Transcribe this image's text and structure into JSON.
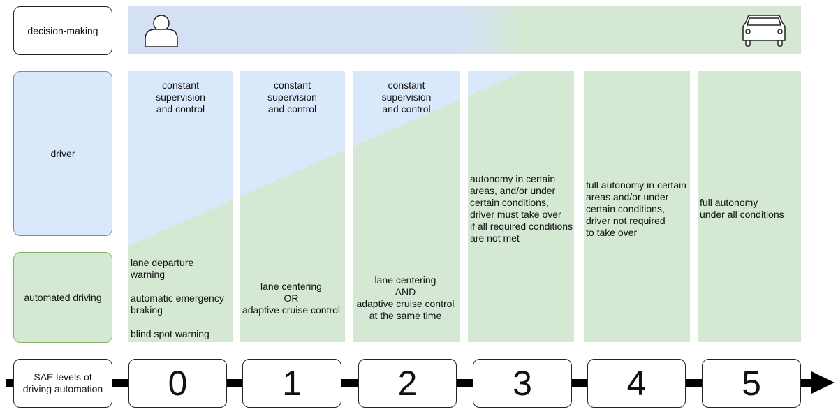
{
  "rows": {
    "decision": "decision-making",
    "driver": "driver",
    "automated": "automated driving",
    "sae": "SAE levels of driving automation"
  },
  "icons": {
    "left": "person-icon",
    "right": "car-icon"
  },
  "colors": {
    "blue": "#dae8fc",
    "green": "#d5e8d4",
    "blue_border": "#6c8ebf",
    "green_border": "#82b366"
  },
  "columns": [
    {
      "level": "0",
      "driver_text": "constant supervision and control",
      "auto_lines": [
        "lane departure",
        "warning",
        "",
        "automatic emergency",
        "braking",
        "",
        "blind spot warning"
      ]
    },
    {
      "level": "1",
      "driver_text": "constant supervision and control",
      "auto_lines": [
        "lane centering",
        "OR",
        "adaptive cruise control"
      ]
    },
    {
      "level": "2",
      "driver_text": "constant supervision and control",
      "auto_lines": [
        "lane centering",
        "AND",
        "adaptive cruise control",
        "at the same time"
      ]
    },
    {
      "level": "3",
      "auto_lines": [
        "autonomy in certain",
        "areas, and/or under",
        "certain conditions,",
        "driver must take over",
        "if all required conditions",
        "are not met"
      ]
    },
    {
      "level": "4",
      "auto_lines": [
        "full autonomy in certain",
        "areas and/or under",
        "certain conditions,",
        "driver not required",
        "to take over"
      ]
    },
    {
      "level": "5",
      "auto_lines": [
        "full autonomy",
        "under all conditions"
      ]
    }
  ]
}
